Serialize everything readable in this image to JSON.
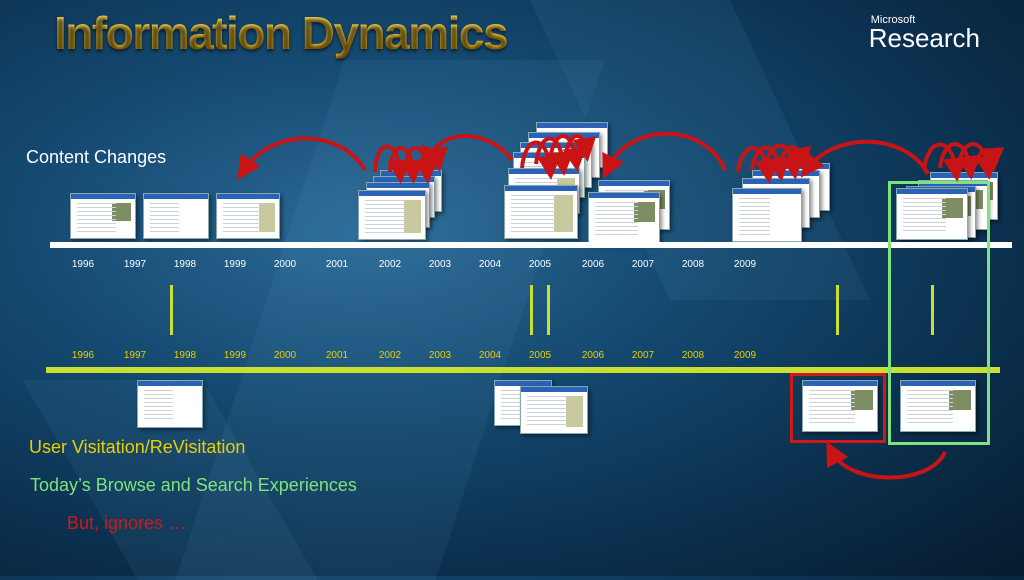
{
  "title": "Information Dynamics",
  "brand": {
    "small": "Microsoft",
    "big": "Research"
  },
  "labels": {
    "content_changes": "Content Changes",
    "user_visitation": "User Visitation/ReVisitation",
    "browse_search": "Today’s Browse and Search Experiences",
    "ignores": "But, ignores …"
  },
  "years": [
    "1996",
    "1997",
    "1998",
    "1999",
    "2000",
    "2001",
    "2002",
    "2003",
    "2004",
    "2005",
    "2006",
    "2007",
    "2008",
    "2009"
  ],
  "colors": {
    "title": "#f0c000",
    "content_changes": "#ffffff",
    "user_visitation": "#e8d000",
    "browse_search": "#7ee37e",
    "ignores": "#d01818",
    "timeline_top": "#ffffff",
    "timeline_bottom": "#c8e030",
    "revisit_arrow": "#c81414"
  },
  "icons": [
    "curved-arrow-icon",
    "webpage-thumbnail-icon"
  ]
}
